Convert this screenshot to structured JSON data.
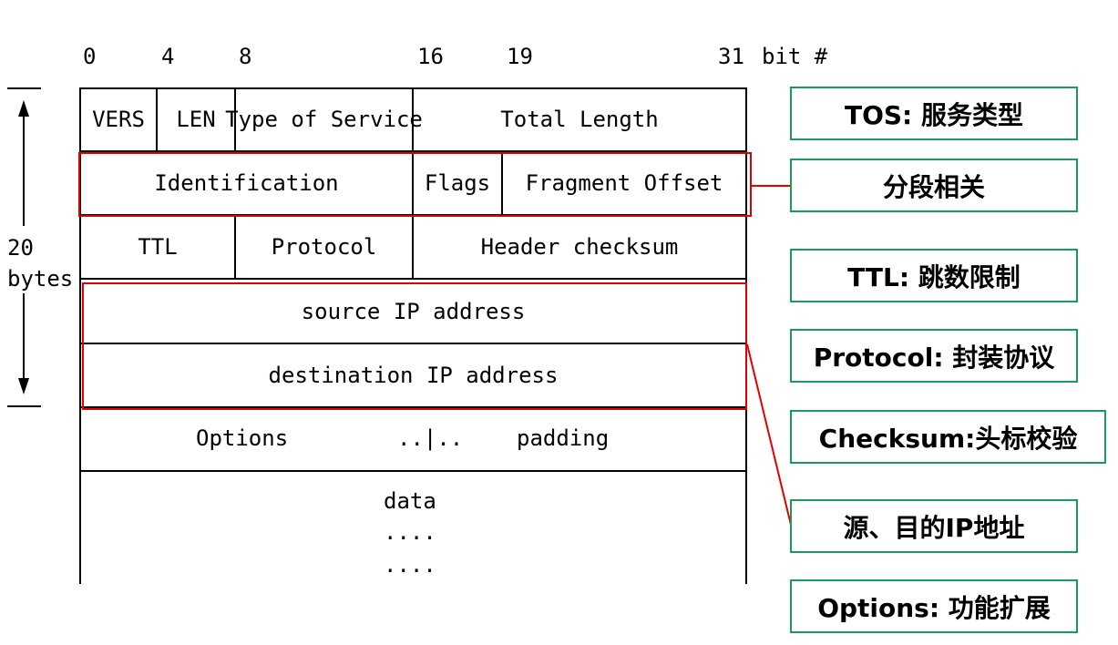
{
  "bit_ruler": {
    "b0": "0",
    "b4": "4",
    "b8": "8",
    "b16": "16",
    "b19": "19",
    "b31": "31",
    "suffix": "bit #"
  },
  "size_label": {
    "line1": "20",
    "line2": "bytes"
  },
  "rows": {
    "row1": {
      "vers": "VERS",
      "len": "LEN",
      "tos": "Type of Service",
      "total_length": "Total Length"
    },
    "row2": {
      "identification": "Identification",
      "flags": "Flags",
      "fragment_offset": "Fragment Offset"
    },
    "row3": {
      "ttl": "TTL",
      "protocol": "Protocol",
      "header_checksum": "Header checksum"
    },
    "row4": {
      "source_ip": "source IP address"
    },
    "row5": {
      "destination_ip": "destination IP address"
    },
    "row6": {
      "options": "Options",
      "separator": "..|..",
      "padding": "padding"
    },
    "data": {
      "label": "data",
      "dots1": "....",
      "dots2": "...."
    }
  },
  "callouts": {
    "tos": "TOS: 服务类型",
    "fragment": "分段相关",
    "ttl": "TTL: 跳数限制",
    "protocol": "Protocol: 封装协议",
    "checksum": "Checksum:头标校验",
    "address": "源、目的IP地址",
    "options": "Options: 功能扩展"
  },
  "colors": {
    "highlight": "#e00000",
    "callout_border": "#1a9a5c"
  }
}
